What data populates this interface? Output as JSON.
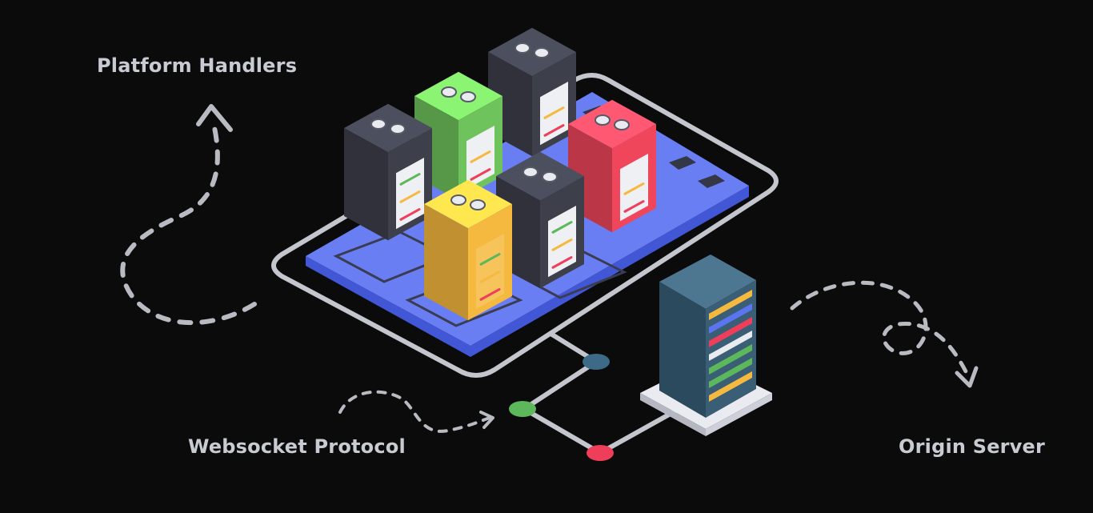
{
  "labels": {
    "platform_handlers": "Platform Handlers",
    "websocket_protocol": "Websocket Protocol",
    "origin_server": "Origin Server"
  },
  "colors": {
    "background": "#0b0b0c",
    "text": "#c9cbd3",
    "line": "#c4c6ce",
    "platform_top": "#6a7ef4",
    "platform_side": "#4257d6",
    "rack_dark": "#3d3f4a",
    "rack_green": "#6fc35c",
    "rack_red": "#f0465c",
    "rack_yellow": "#f6b93f",
    "rack_teal": "#3a5e76",
    "node_teal": "#3d6a86",
    "node_green": "#5cb85a",
    "node_red": "#ef3e5a"
  },
  "icons": [
    "server-rack-icon",
    "network-node-icon",
    "dashed-arrow-icon"
  ]
}
